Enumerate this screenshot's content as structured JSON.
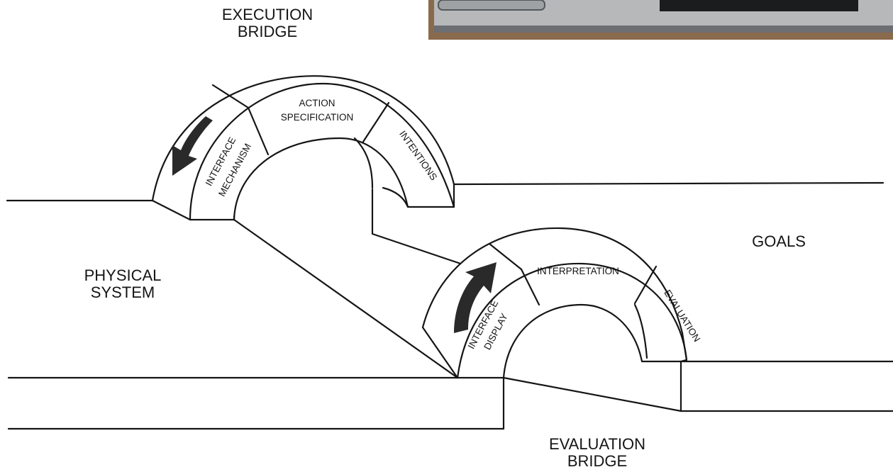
{
  "labels": {
    "execution_bridge": [
      "EXECUTION",
      "BRIDGE"
    ],
    "evaluation_bridge": [
      "EVALUATION",
      "BRIDGE"
    ],
    "goals": "GOALS",
    "physical_system": [
      "PHYSICAL",
      "SYSTEM"
    ]
  },
  "execution_segments": {
    "interface_mechanism": [
      "INTERFACE",
      "MECHANISM"
    ],
    "action_specification": [
      "ACTION",
      "SPECIFICATION"
    ],
    "intentions": "INTENTIONS"
  },
  "evaluation_segments": {
    "interface_display": [
      "INTERFACE",
      "DISPLAY"
    ],
    "interpretation": "INTERPRETATION",
    "evaluation": "EVALUATION"
  },
  "colors": {
    "ink": "#151515",
    "background": "#ffffff",
    "photo_frame": "#8a6a4c"
  },
  "icons": {
    "execution_arrow": "arrow-down-left-icon",
    "evaluation_arrow": "arrow-up-right-icon"
  }
}
